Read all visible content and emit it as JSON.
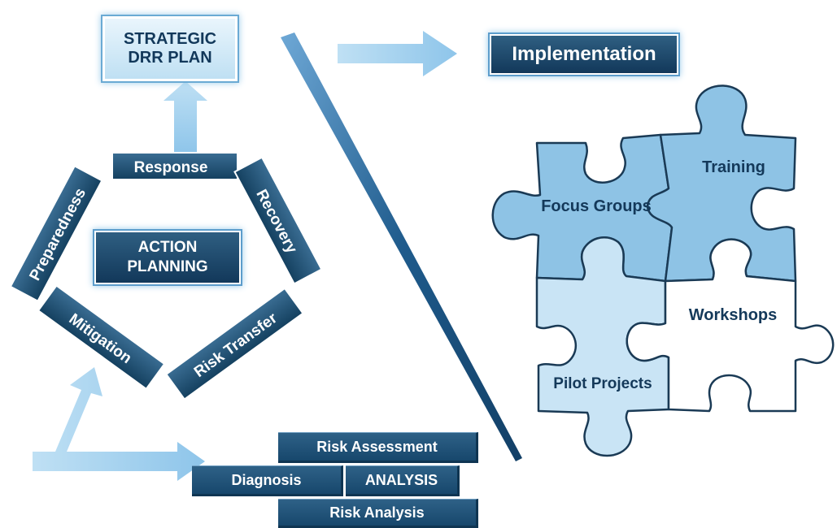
{
  "plan": {
    "line1": "STRATEGIC",
    "line2": "DRR PLAN"
  },
  "implementation": "Implementation",
  "action_planning": {
    "line1": "ACTION",
    "line2": "PLANNING"
  },
  "cycle": {
    "response": "Response",
    "recovery": "Recovery",
    "risk_transfer": "Risk Transfer",
    "mitigation": "Mitigation",
    "preparedness": "Preparedness"
  },
  "analysis": {
    "risk_assessment": "Risk Assessment",
    "diagnosis": "Diagnosis",
    "analysis": "ANALYSIS",
    "risk_analysis": "Risk Analysis"
  },
  "puzzle": {
    "focus_groups": "Focus Groups",
    "training": "Training",
    "workshops": "Workshops",
    "pilot_projects": "Pilot Projects"
  },
  "colors": {
    "dark_navy": "#1b4a70",
    "light_blue": "#8ec3e5",
    "pale_blue": "#c9e4f5",
    "arrow_blue": "#a9d3ef"
  }
}
